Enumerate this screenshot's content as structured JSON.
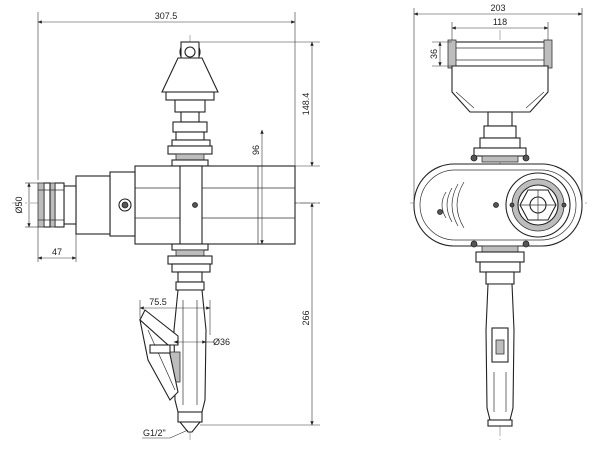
{
  "drawing": {
    "front_view": {
      "overall_width": "307.5",
      "top_height": "148.4",
      "body_height": "96",
      "outlet_diameter": "Ø50",
      "outlet_length": "47",
      "handle_offset": "75.5",
      "handle_diameter": "Ø36",
      "bottom_height": "266",
      "inlet_thread": "G1/2\""
    },
    "side_view": {
      "overall_width": "203",
      "bracket_width": "118",
      "bracket_height": "36"
    }
  }
}
